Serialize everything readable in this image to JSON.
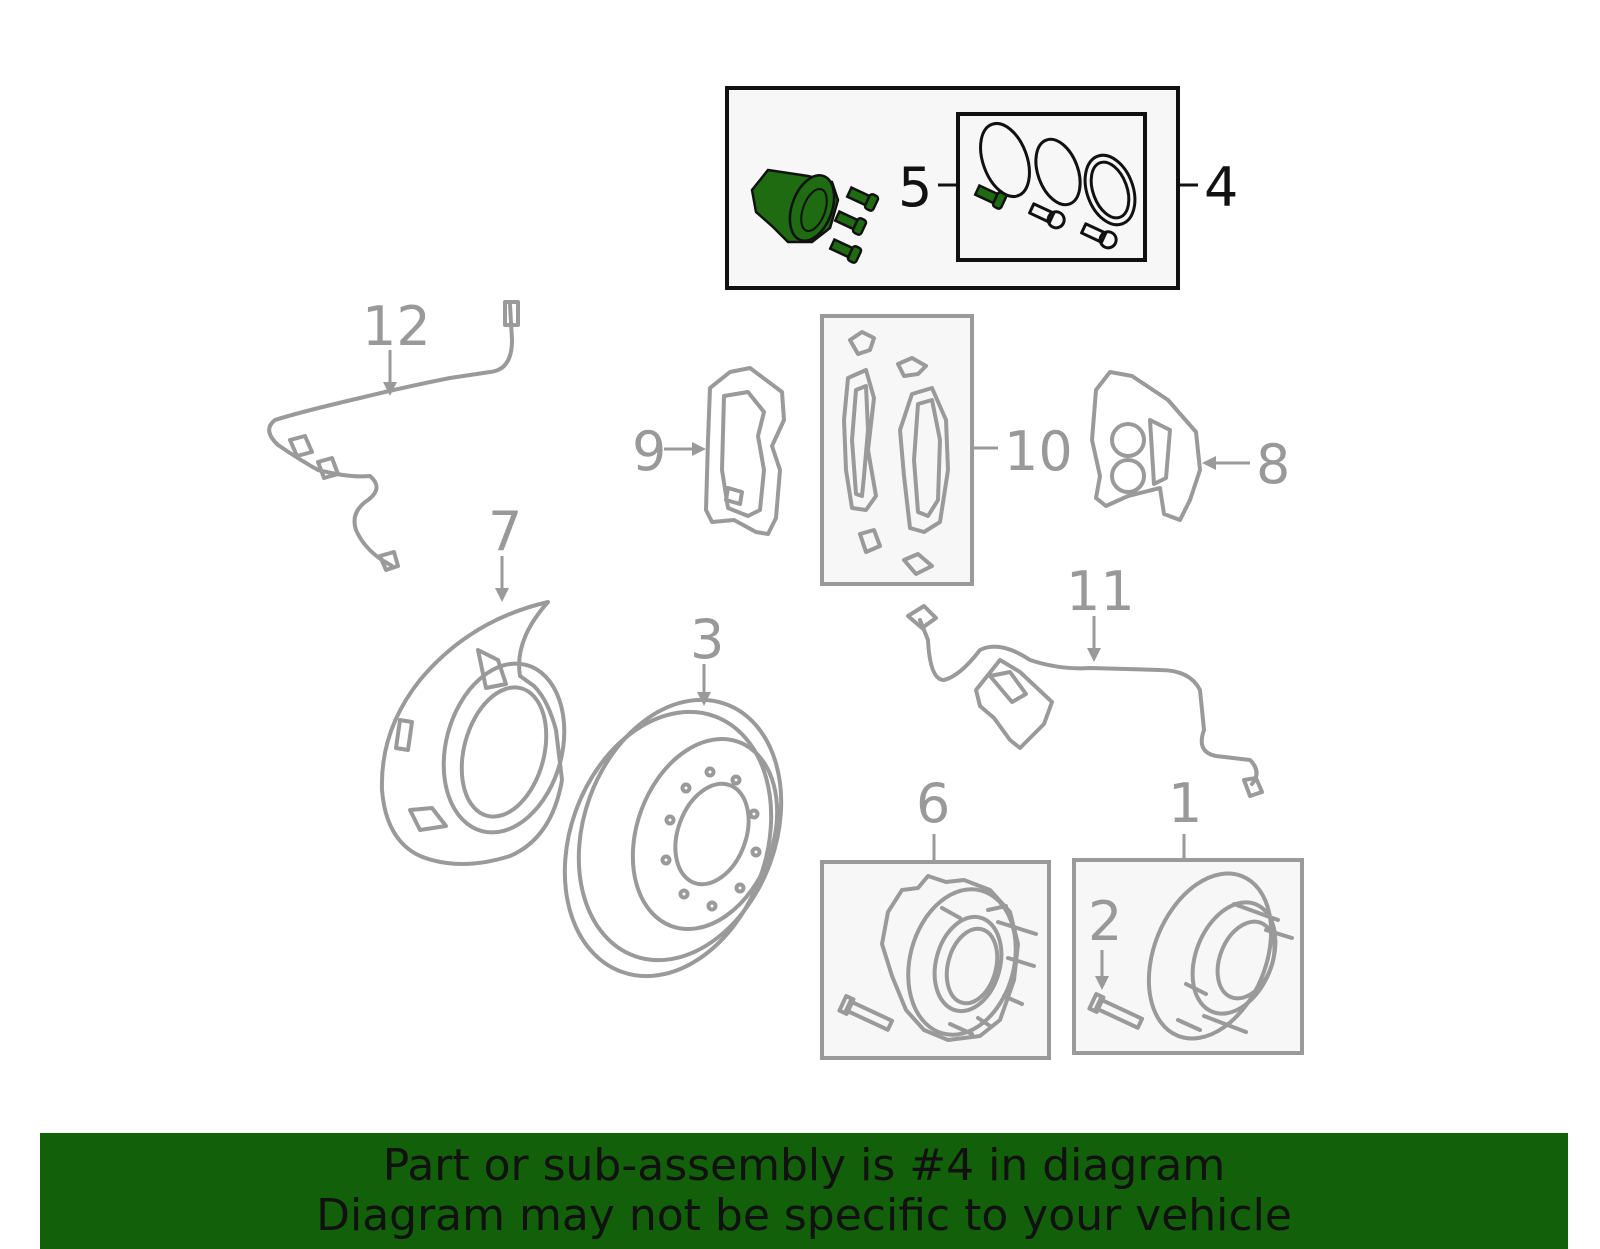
{
  "callouts": {
    "c1": "1",
    "c2": "2",
    "c3": "3",
    "c4": "4",
    "c5": "5",
    "c6": "6",
    "c7": "7",
    "c8": "8",
    "c9": "9",
    "c10": "10",
    "c11": "11",
    "c12": "12"
  },
  "highlighted_part": "4",
  "colors": {
    "highlight": "#1f6b12",
    "banner_bg": "#13600a",
    "part_gray": "#9a9a9a",
    "active_black": "#111111"
  },
  "banner": {
    "line1": "Part or sub-assembly is #4 in diagram",
    "line2": "Diagram may not be specific to your vehicle"
  }
}
